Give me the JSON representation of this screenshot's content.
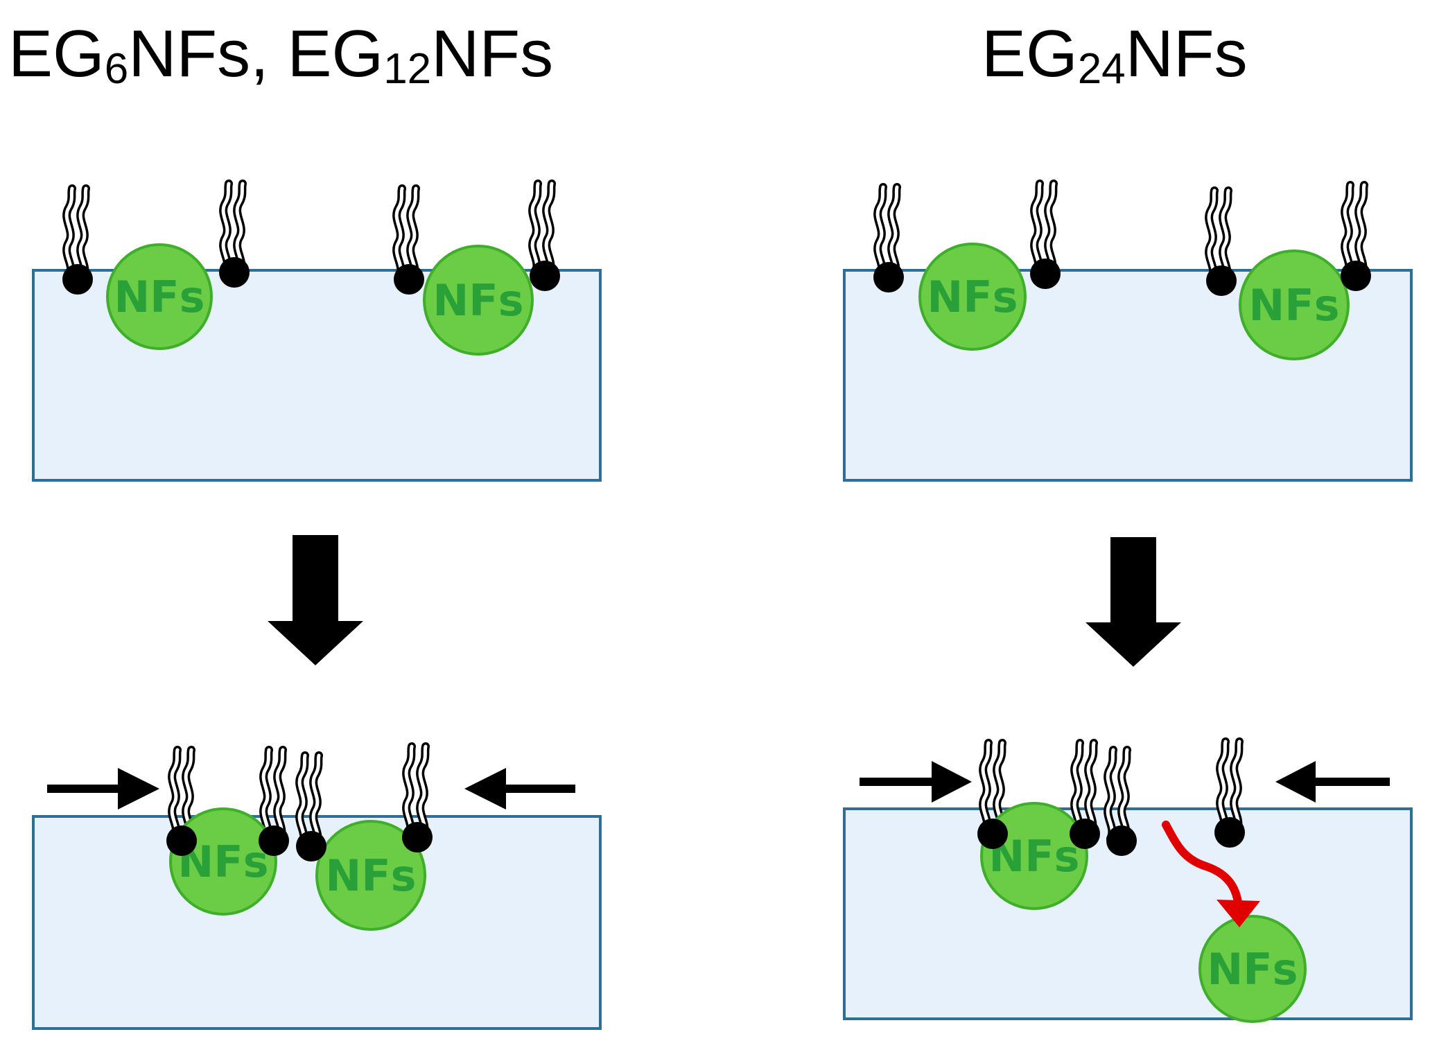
{
  "titles": {
    "left": {
      "a_main": "EG",
      "a_sub": "6",
      "a_rest": "NFs, ",
      "b_main": "EG",
      "b_sub": "12",
      "b_rest": "NFs"
    },
    "right": {
      "main": "EG",
      "sub": "24",
      "rest": "NFs"
    }
  },
  "particle_label": "NFs",
  "colors": {
    "substrate_fill": "#e6f1fb",
    "substrate_stroke": "#2e6f97",
    "particle_fill": "#6acd45",
    "particle_stroke": "#3fae2a",
    "particle_text": "#2aa038",
    "ligand": "#000000",
    "arrow": "#000000",
    "migration_arrow": "#e00000"
  }
}
